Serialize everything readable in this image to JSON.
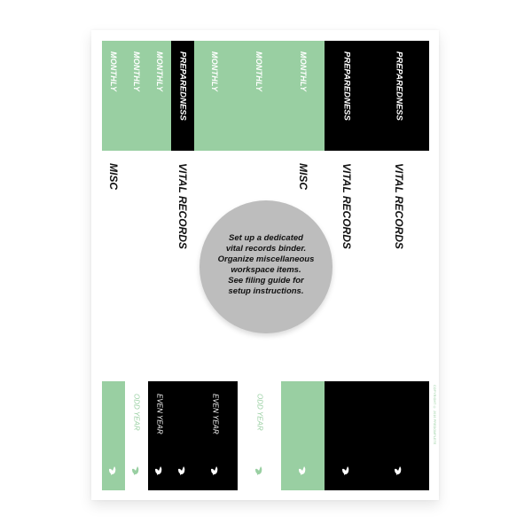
{
  "document": {
    "colors": {
      "green": "#99cfa2",
      "black": "#000000",
      "circle": "#bdbdbd",
      "page": "#ffffff"
    },
    "top_row": {
      "labels": [
        {
          "text": "MONTHLY",
          "band": "green"
        },
        {
          "text": "MONTHLY",
          "band": "green"
        },
        {
          "text": "MONTHLY",
          "band": "green"
        },
        {
          "text": "PREPAREDNESS",
          "band": "black"
        },
        {
          "text": "MONTHLY",
          "band": "green"
        },
        {
          "text": "MONTHLY",
          "band": "green"
        },
        {
          "text": "MONTHLY",
          "band": "green"
        },
        {
          "text": "PREPAREDNESS",
          "band": "black"
        },
        {
          "text": "PREPAREDNESS",
          "band": "black"
        }
      ]
    },
    "middle_row": {
      "labels": [
        "MISC",
        "VITAL RECORDS",
        "MISC",
        "VITAL RECORDS",
        "VITAL RECORDS"
      ]
    },
    "note": {
      "lines": [
        "Set up a dedicated",
        "vital records binder.",
        "Organize miscellaneous",
        "workspace items.",
        "See filing guide for",
        "setup instructions."
      ]
    },
    "bottom_row": {
      "labels": [
        "ODD YEAR",
        "EVEN YEAR",
        "EVEN YEAR",
        "ODD YEAR"
      ],
      "icon": "bird-icon",
      "copyright": "COPYRIGHT © 2016 PREDOMPLETE"
    }
  }
}
